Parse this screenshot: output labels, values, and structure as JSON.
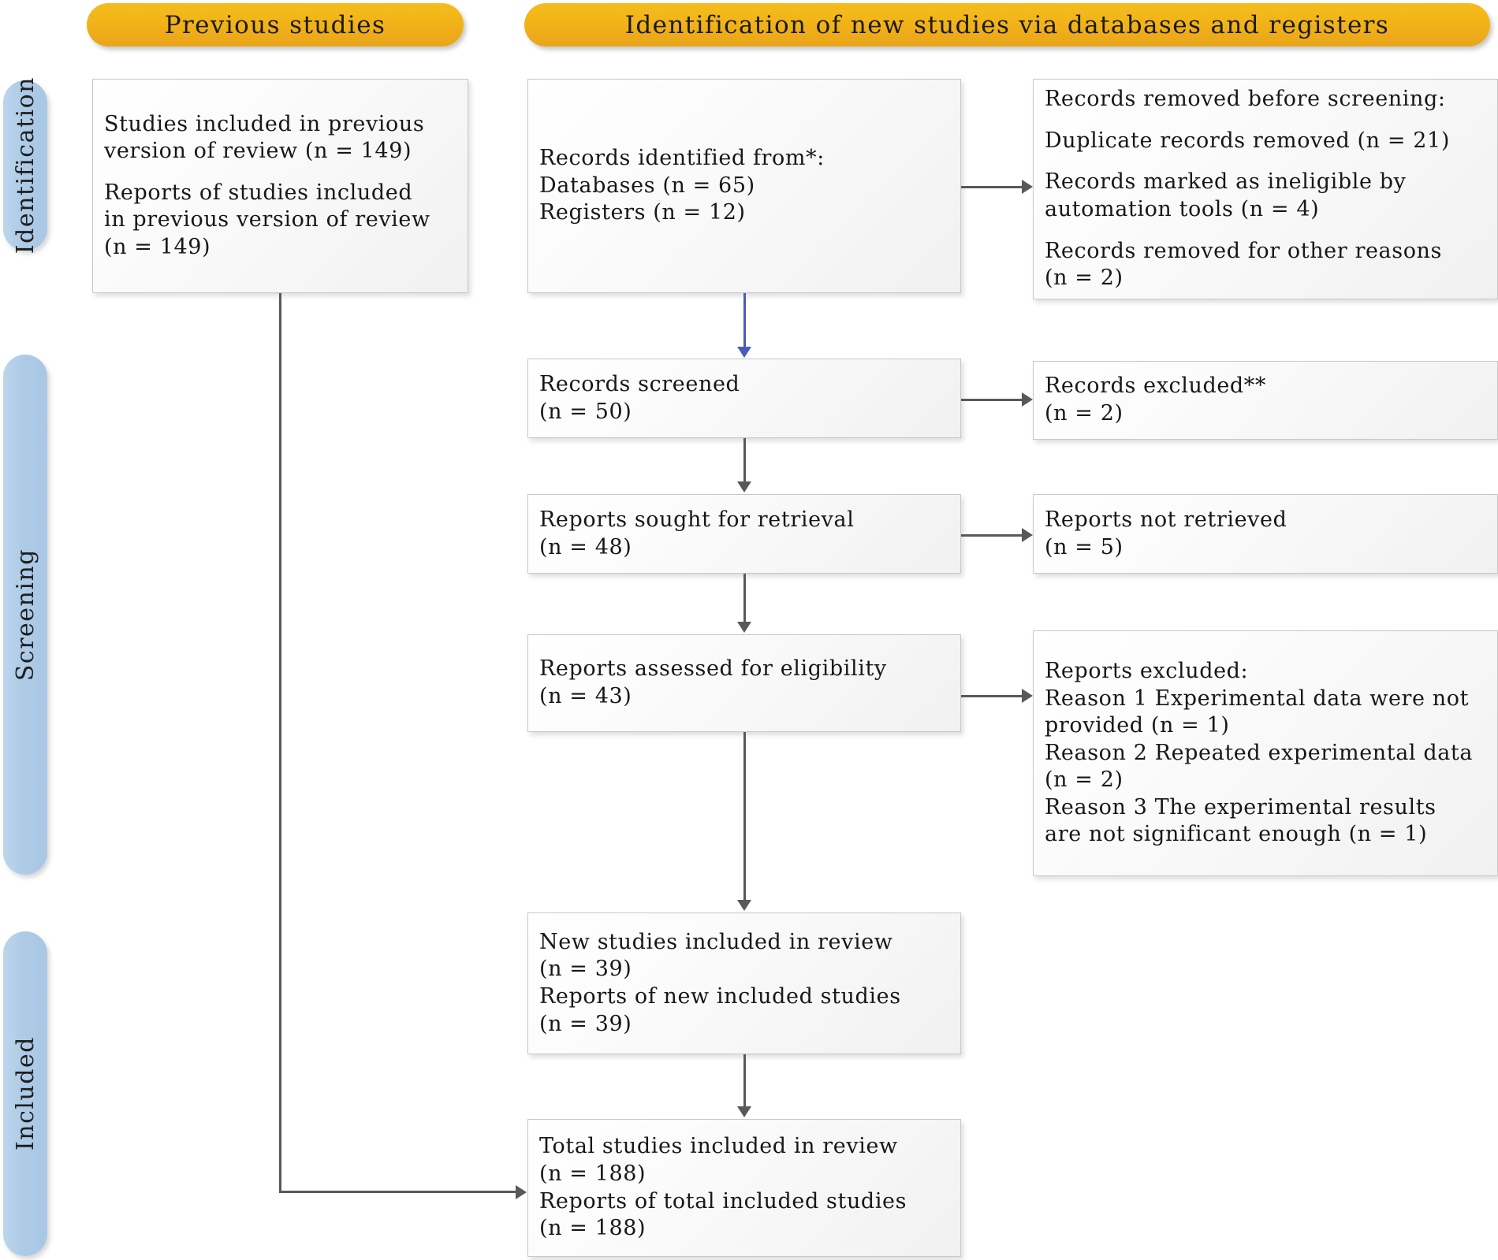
{
  "headers": [
    {
      "id": "previous-studies",
      "label": "Previous studies"
    },
    {
      "id": "identification-new",
      "label": "Identification of new studies via databases and registers"
    }
  ],
  "stages": [
    {
      "id": "identification",
      "label": "Identification"
    },
    {
      "id": "screening",
      "label": "Screening"
    },
    {
      "id": "included",
      "label": "Included"
    }
  ],
  "boxes": {
    "previous_included": {
      "name": "studies-included-previous-version",
      "lines": [
        "Studies included in previous",
        "version of review (n = 149)",
        "Reports of studies included",
        "in previous version of review",
        "(n = 149)"
      ]
    },
    "records_identified": {
      "name": "records-identified-from",
      "lines": [
        "Records identified from*:",
        "Databases (n = 65)",
        "Registers (n = 12)"
      ]
    },
    "records_removed": {
      "name": "records-removed-before-screening",
      "lines": [
        "Records removed before screening:",
        "Duplicate records removed (n = 21)",
        "Records marked as ineligible by",
        "automation tools (n = 4)",
        "Records removed for other reasons",
        "(n = 2)"
      ]
    },
    "records_screened": {
      "name": "records-screened",
      "lines": [
        "Records screened",
        "(n = 50)"
      ]
    },
    "records_excluded": {
      "name": "records-excluded",
      "lines": [
        "Records excluded**",
        "(n = 2)"
      ]
    },
    "reports_sought": {
      "name": "reports-sought-for-retrieval",
      "lines": [
        "Reports sought for retrieval",
        "(n = 48)"
      ]
    },
    "reports_not_retrieved": {
      "name": "reports-not-retrieved",
      "lines": [
        "Reports not retrieved",
        "(n = 5)"
      ]
    },
    "reports_assessed": {
      "name": "reports-assessed-for-eligibility",
      "lines": [
        "Reports assessed for eligibility",
        "(n = 43)"
      ]
    },
    "reports_excluded": {
      "name": "reports-excluded",
      "lines": [
        "Reports excluded:",
        "Reason 1 Experimental data were not",
        "provided (n = 1)",
        "Reason 2 Repeated experimental data",
        "(n = 2)",
        "Reason 3 The experimental results",
        "are not significant enough (n = 1)"
      ]
    },
    "new_studies": {
      "name": "new-studies-included-in-review",
      "lines": [
        "New studies included in review",
        "(n = 39)",
        "Reports of new included studies",
        "(n = 39)"
      ]
    },
    "total_studies": {
      "name": "total-studies-included-in-review",
      "lines": [
        "Total studies included in review",
        "(n = 188)",
        "Reports of total included studies",
        "(n = 188)"
      ]
    }
  },
  "colors": {
    "header_orange": "#f0b219",
    "stage_blue": "#aecbe6",
    "box_border": "#c8c8c8",
    "connector_gray": "#595959",
    "connector_blue": "#4a5cb8"
  }
}
